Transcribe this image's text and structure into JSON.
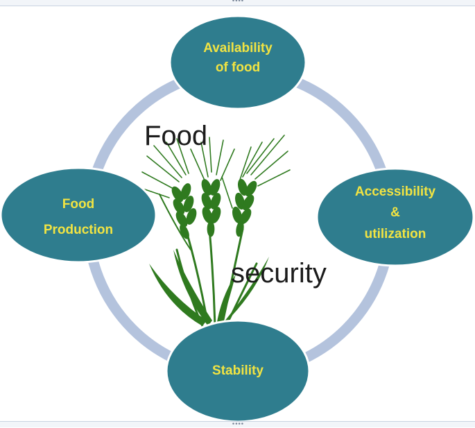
{
  "diagram": {
    "center": {
      "word1": "Food",
      "word2": "security"
    },
    "nodes": {
      "top": {
        "line1": "Availability",
        "line2": "of food"
      },
      "right": {
        "line1": "Accessibility",
        "line2": "&",
        "line3": "utilization"
      },
      "bottom": {
        "line1": "Stability"
      },
      "left": {
        "line1": "Food",
        "line2": "Production"
      }
    },
    "colors": {
      "node_fill": "#2f7d8e",
      "node_text": "#f2e442",
      "ring": "#b4c3dd",
      "wheat": "#2f7a1f"
    },
    "icons": {
      "center": "wheat-icon"
    }
  }
}
